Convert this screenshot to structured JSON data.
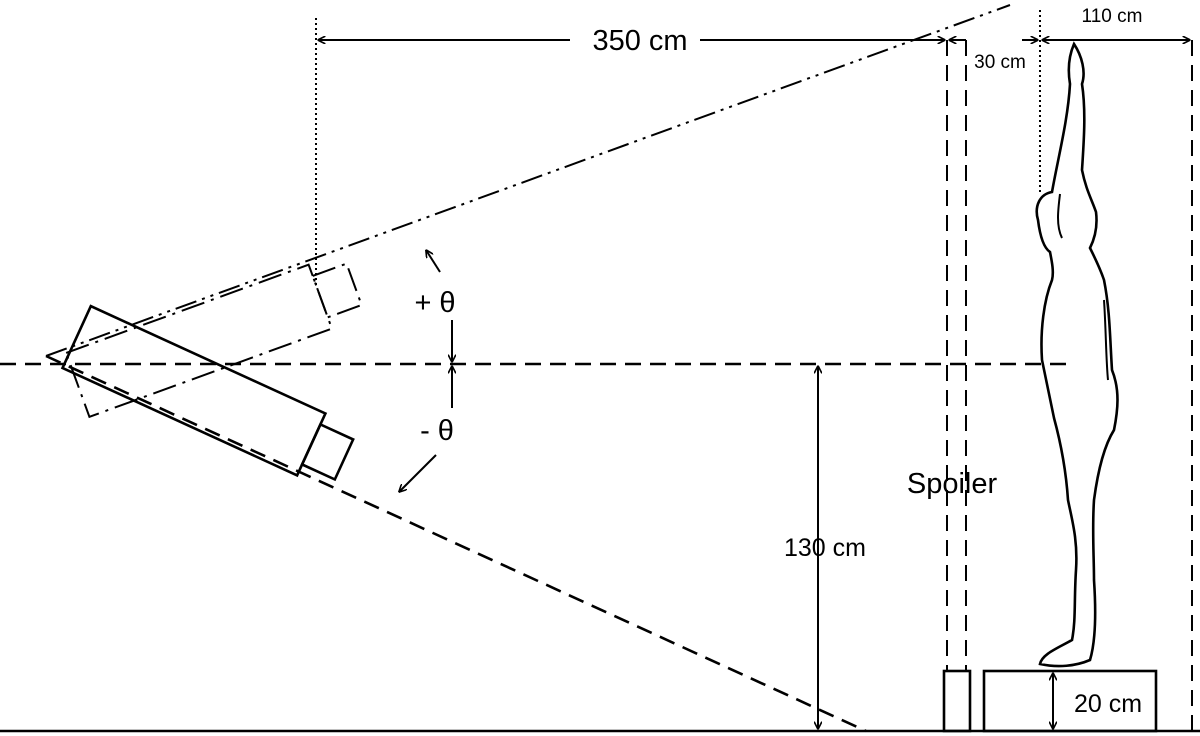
{
  "labels": {
    "distance_camera": "350 cm",
    "distance_spoiler": "30 cm",
    "distance_subject": "110 cm",
    "camera_height": "130 cm",
    "platform_height": "20 cm",
    "angle_up": "+ θ",
    "angle_down": "- θ",
    "spoiler": "Spoiler"
  }
}
